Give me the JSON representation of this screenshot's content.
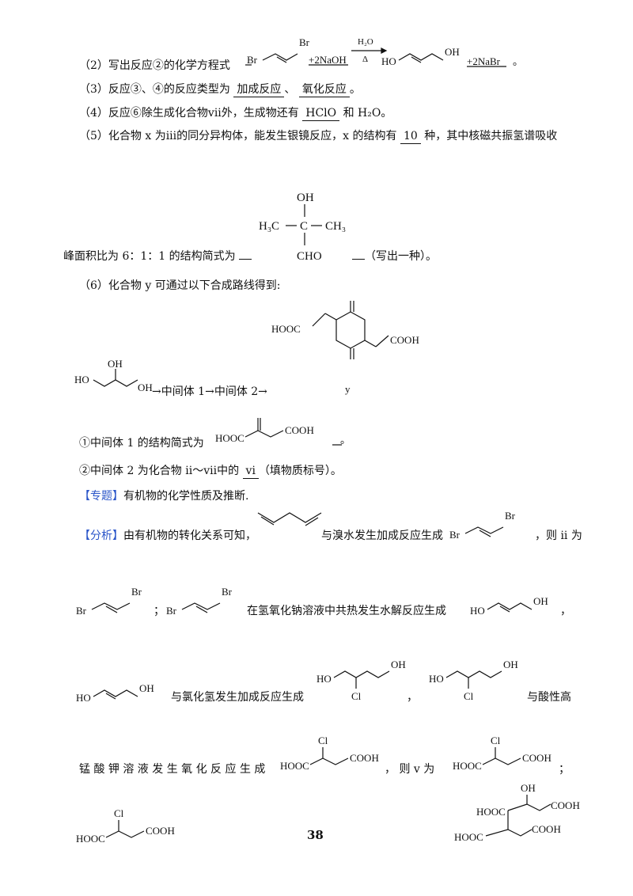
{
  "q2": {
    "text": "（2）写出反应②的化学方程式",
    "blank_pre": "Br",
    "plus_naoh": "+2NaOH",
    "cond_top": "H₂O",
    "cond_bottom": "Δ",
    "product_ho": "HO",
    "product_oh": "OH",
    "plus_nabr": "+2NaBr",
    "end": "。"
  },
  "q3": {
    "text": "（3）反应③、④的反应类型为",
    "a1": "加成反应",
    "sep": "、",
    "a2": "氧化反应",
    "end": "。"
  },
  "q4": {
    "text": "（4）反应⑥除生成化合物vii外，生成物还有",
    "a1": "HClO",
    "mid": "和 H₂O。"
  },
  "q5": {
    "line1": "（5）化合物 x 为iii的同分异构体，能发生银镜反应，x 的结构有",
    "count": "10",
    "line1_end": "种，其中核磁共振氢谱吸收",
    "line2": "峰面积比为 6：1：1 的结构简式为",
    "line2_end": "（写出一种）。",
    "struct": {
      "oh": "OH",
      "h3c": "H₃C",
      "c": "C",
      "ch3": "CH₃",
      "cho": "CHO"
    }
  },
  "q6": {
    "text": "（6）化合物 y 可通过以下合成路线得到:",
    "y_left": "HOOC",
    "y_right": "COOH",
    "y_label": "y",
    "start_ho": "HO",
    "start_oh": "OH",
    "start_oh2": "OH",
    "route": "→中间体 1→中间体 2→",
    "sub1": "①中间体 1 的结构简式为",
    "sub1_l": "HOOC",
    "sub1_r": "COOH",
    "sub1_end": "。",
    "sub2": "②中间体 2 为化合物 ii～vii中的",
    "sub2_ans": "vi",
    "sub2_end": "（填物质标号）。"
  },
  "topic": {
    "tag": "【专题】",
    "text": "有机物的化学性质及推断."
  },
  "analysis": {
    "tag": "【分析】",
    "t1": "由有机物的转化关系可知，",
    "t2": "与溴水发生加成反应生成",
    "t3": "，则 ii 为",
    "t4": "；",
    "t5": "在氢氧化钠溶液中共热发生水解反应生成",
    "t6": "，",
    "t7": "与氯化氢发生加成反应生成",
    "t8": "，",
    "t9": "与酸性高",
    "t10": "锰 酸 钾 溶 液 发 生 氧 化 反 应 生 成",
    "t11": "， 则 v 为",
    "t12": "；",
    "br": "Br",
    "ho": "HO",
    "oh": "OH",
    "cl": "Cl",
    "hooc": "HOOC",
    "cooh": "COOH"
  },
  "page_number": "38"
}
